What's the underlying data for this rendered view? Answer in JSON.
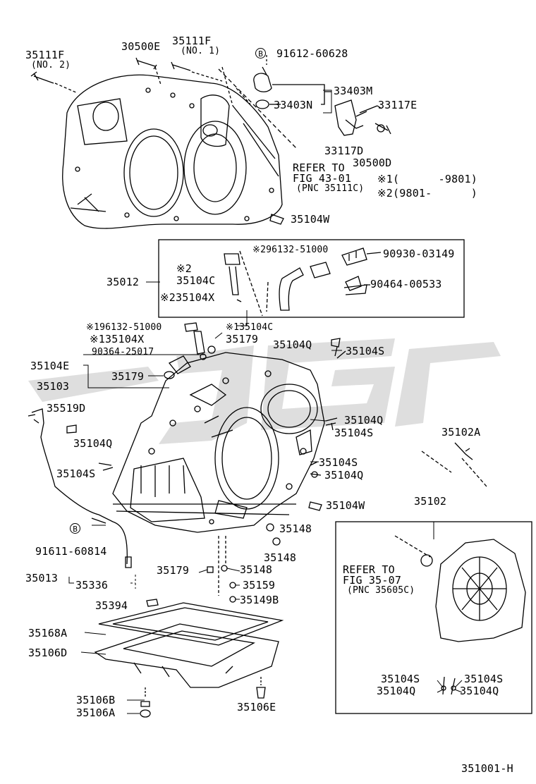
{
  "diagram_id": "351001-H",
  "labels": {
    "p35111F_no2": "35111F",
    "p35111F_no2_note": "(NO. 2)",
    "p30500E": "30500E",
    "p35111F_no1": "35111F",
    "p35111F_no1_note": "(NO. 1)",
    "callout_b1": "B",
    "p91612": "91612-60628",
    "p33403M": "33403M",
    "p33403N": "33403N",
    "p33117E": "33117E",
    "p33117D": "33117D",
    "p30500D": "30500D",
    "refer1_a": "REFER TO",
    "refer1_b": "FIG 43-01",
    "refer1_c": "(PNC 35111C)",
    "note1": "※1(      -9801)",
    "note2": "※2(9801-      )",
    "p35104W_a": "35104W",
    "p35012": "35012",
    "p296132": "※296132-51000",
    "p90930": "90930-03149",
    "note_x2": "※2",
    "p35104C_a": "35104C",
    "p90464": "90464-00533",
    "p235104X": "※235104X",
    "p196132": "※196132-51000",
    "p135104C": "※135104C",
    "p135104X": "※135104X",
    "p35179_a": "35179",
    "p35104Q_a": "35104Q",
    "p90364": "90364-25017",
    "p35104S_a": "35104S",
    "p35104E": "35104E",
    "p35179_b": "35179",
    "p35103": "35103",
    "p35519D": "35519D",
    "p35104Q_b": "35104Q",
    "p35104S_b": "35104S",
    "p35102A": "35102A",
    "p35104Q_c": "35104Q",
    "p35104S_c": "35104S",
    "p35104S_d": "35104S",
    "p35104Q_d": "35104Q",
    "p35104W_b": "35104W",
    "p35102": "35102",
    "callout_b2": "B",
    "p35148_a": "35148",
    "p91611": "91611-60814",
    "p35148_b": "35148",
    "refer2_a": "REFER TO",
    "refer2_b": "FIG 35-07",
    "refer2_c": "(PNC 35605C)",
    "p35179_c": "35179",
    "p35148_c": "35148",
    "p35013": "35013",
    "p35336": "35336",
    "p35159": "35159",
    "p35149B": "35149B",
    "p35394": "35394",
    "p35168A": "35168A",
    "p35106D": "35106D",
    "p35104S_e": "35104S",
    "p35104S_f": "35104S",
    "p35104Q_e": "35104Q",
    "p35104Q_f": "35104Q",
    "p35106B": "35106B",
    "p35106E": "35106E",
    "p35106A": "35106A"
  },
  "colors": {
    "ink": "#000000",
    "watermark": "#d9d9d9",
    "background": "#ffffff"
  }
}
